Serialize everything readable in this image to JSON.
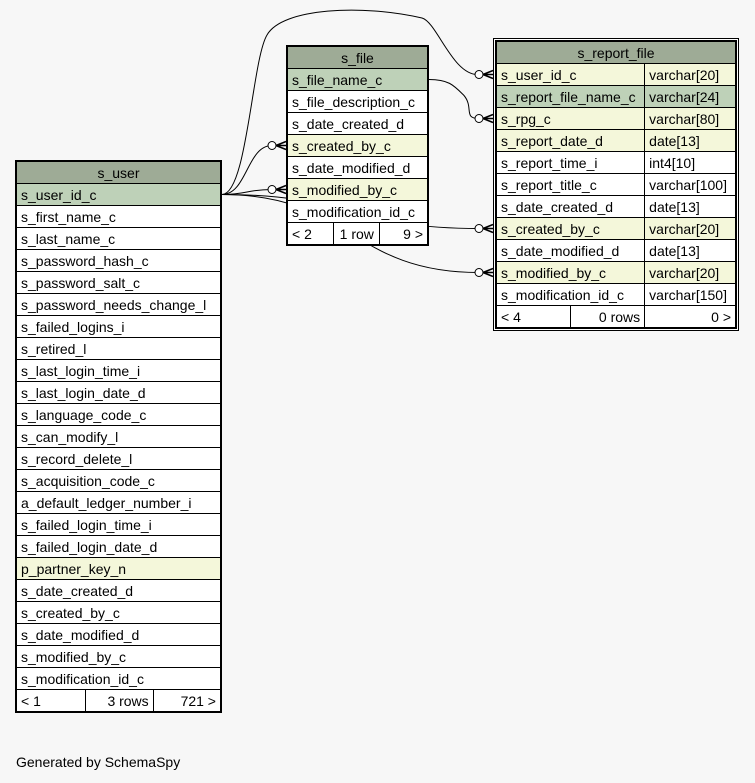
{
  "tables": {
    "s_file": {
      "name": "s_file",
      "columns": [
        {
          "name": "s_file_name_c",
          "kind": "pk"
        },
        {
          "name": "s_file_description_c",
          "kind": ""
        },
        {
          "name": "s_date_created_d",
          "kind": ""
        },
        {
          "name": "s_created_by_c",
          "kind": "fk"
        },
        {
          "name": "s_date_modified_d",
          "kind": ""
        },
        {
          "name": "s_modified_by_c",
          "kind": "fk"
        },
        {
          "name": "s_modification_id_c",
          "kind": ""
        }
      ],
      "footer": {
        "parents": "< 2",
        "rows": "1 row",
        "children": "9 >"
      }
    },
    "s_report_file": {
      "name": "s_report_file",
      "columns": [
        {
          "name": "s_user_id_c",
          "type": "varchar[20]",
          "kind": "fk"
        },
        {
          "name": "s_report_file_name_c",
          "type": "varchar[24]",
          "kind": "pk"
        },
        {
          "name": "s_rpg_c",
          "type": "varchar[80]",
          "kind": "fk"
        },
        {
          "name": "s_report_date_d",
          "type": "date[13]",
          "kind": "fk"
        },
        {
          "name": "s_report_time_i",
          "type": "int4[10]",
          "kind": ""
        },
        {
          "name": "s_report_title_c",
          "type": "varchar[100]",
          "kind": ""
        },
        {
          "name": "s_date_created_d",
          "type": "date[13]",
          "kind": ""
        },
        {
          "name": "s_created_by_c",
          "type": "varchar[20]",
          "kind": "fk"
        },
        {
          "name": "s_date_modified_d",
          "type": "date[13]",
          "kind": ""
        },
        {
          "name": "s_modified_by_c",
          "type": "varchar[20]",
          "kind": "fk"
        },
        {
          "name": "s_modification_id_c",
          "type": "varchar[150]",
          "kind": ""
        }
      ],
      "footer": {
        "parents": "< 4",
        "rows": "0 rows",
        "children": "0 >"
      }
    },
    "s_user": {
      "name": "s_user",
      "columns": [
        {
          "name": "s_user_id_c",
          "kind": "pk"
        },
        {
          "name": "s_first_name_c",
          "kind": ""
        },
        {
          "name": "s_last_name_c",
          "kind": ""
        },
        {
          "name": "s_password_hash_c",
          "kind": ""
        },
        {
          "name": "s_password_salt_c",
          "kind": ""
        },
        {
          "name": "s_password_needs_change_l",
          "kind": ""
        },
        {
          "name": "s_failed_logins_i",
          "kind": ""
        },
        {
          "name": "s_retired_l",
          "kind": ""
        },
        {
          "name": "s_last_login_time_i",
          "kind": ""
        },
        {
          "name": "s_last_login_date_d",
          "kind": ""
        },
        {
          "name": "s_language_code_c",
          "kind": ""
        },
        {
          "name": "s_can_modify_l",
          "kind": ""
        },
        {
          "name": "s_record_delete_l",
          "kind": ""
        },
        {
          "name": "s_acquisition_code_c",
          "kind": ""
        },
        {
          "name": "a_default_ledger_number_i",
          "kind": ""
        },
        {
          "name": "s_failed_login_time_i",
          "kind": ""
        },
        {
          "name": "s_failed_login_date_d",
          "kind": ""
        },
        {
          "name": "p_partner_key_n",
          "kind": "fk"
        },
        {
          "name": "s_date_created_d",
          "kind": ""
        },
        {
          "name": "s_created_by_c",
          "kind": ""
        },
        {
          "name": "s_date_modified_d",
          "kind": ""
        },
        {
          "name": "s_modified_by_c",
          "kind": ""
        },
        {
          "name": "s_modification_id_c",
          "kind": ""
        }
      ],
      "footer": {
        "parents": "< 1",
        "rows": "3 rows",
        "children": "721 >"
      }
    }
  },
  "relationships": [
    {
      "from": "s_user.s_user_id_c",
      "to": "s_file.s_created_by_c"
    },
    {
      "from": "s_user.s_user_id_c",
      "to": "s_file.s_modified_by_c"
    },
    {
      "from": "s_user.s_user_id_c",
      "to": "s_report_file.s_user_id_c"
    },
    {
      "from": "s_user.s_user_id_c",
      "to": "s_report_file.s_created_by_c"
    },
    {
      "from": "s_user.s_user_id_c",
      "to": "s_report_file.s_modified_by_c"
    },
    {
      "from": "s_file.s_file_name_c",
      "to": "s_report_file.s_rpg_c"
    }
  ],
  "footer_text": "Generated by SchemaSpy"
}
